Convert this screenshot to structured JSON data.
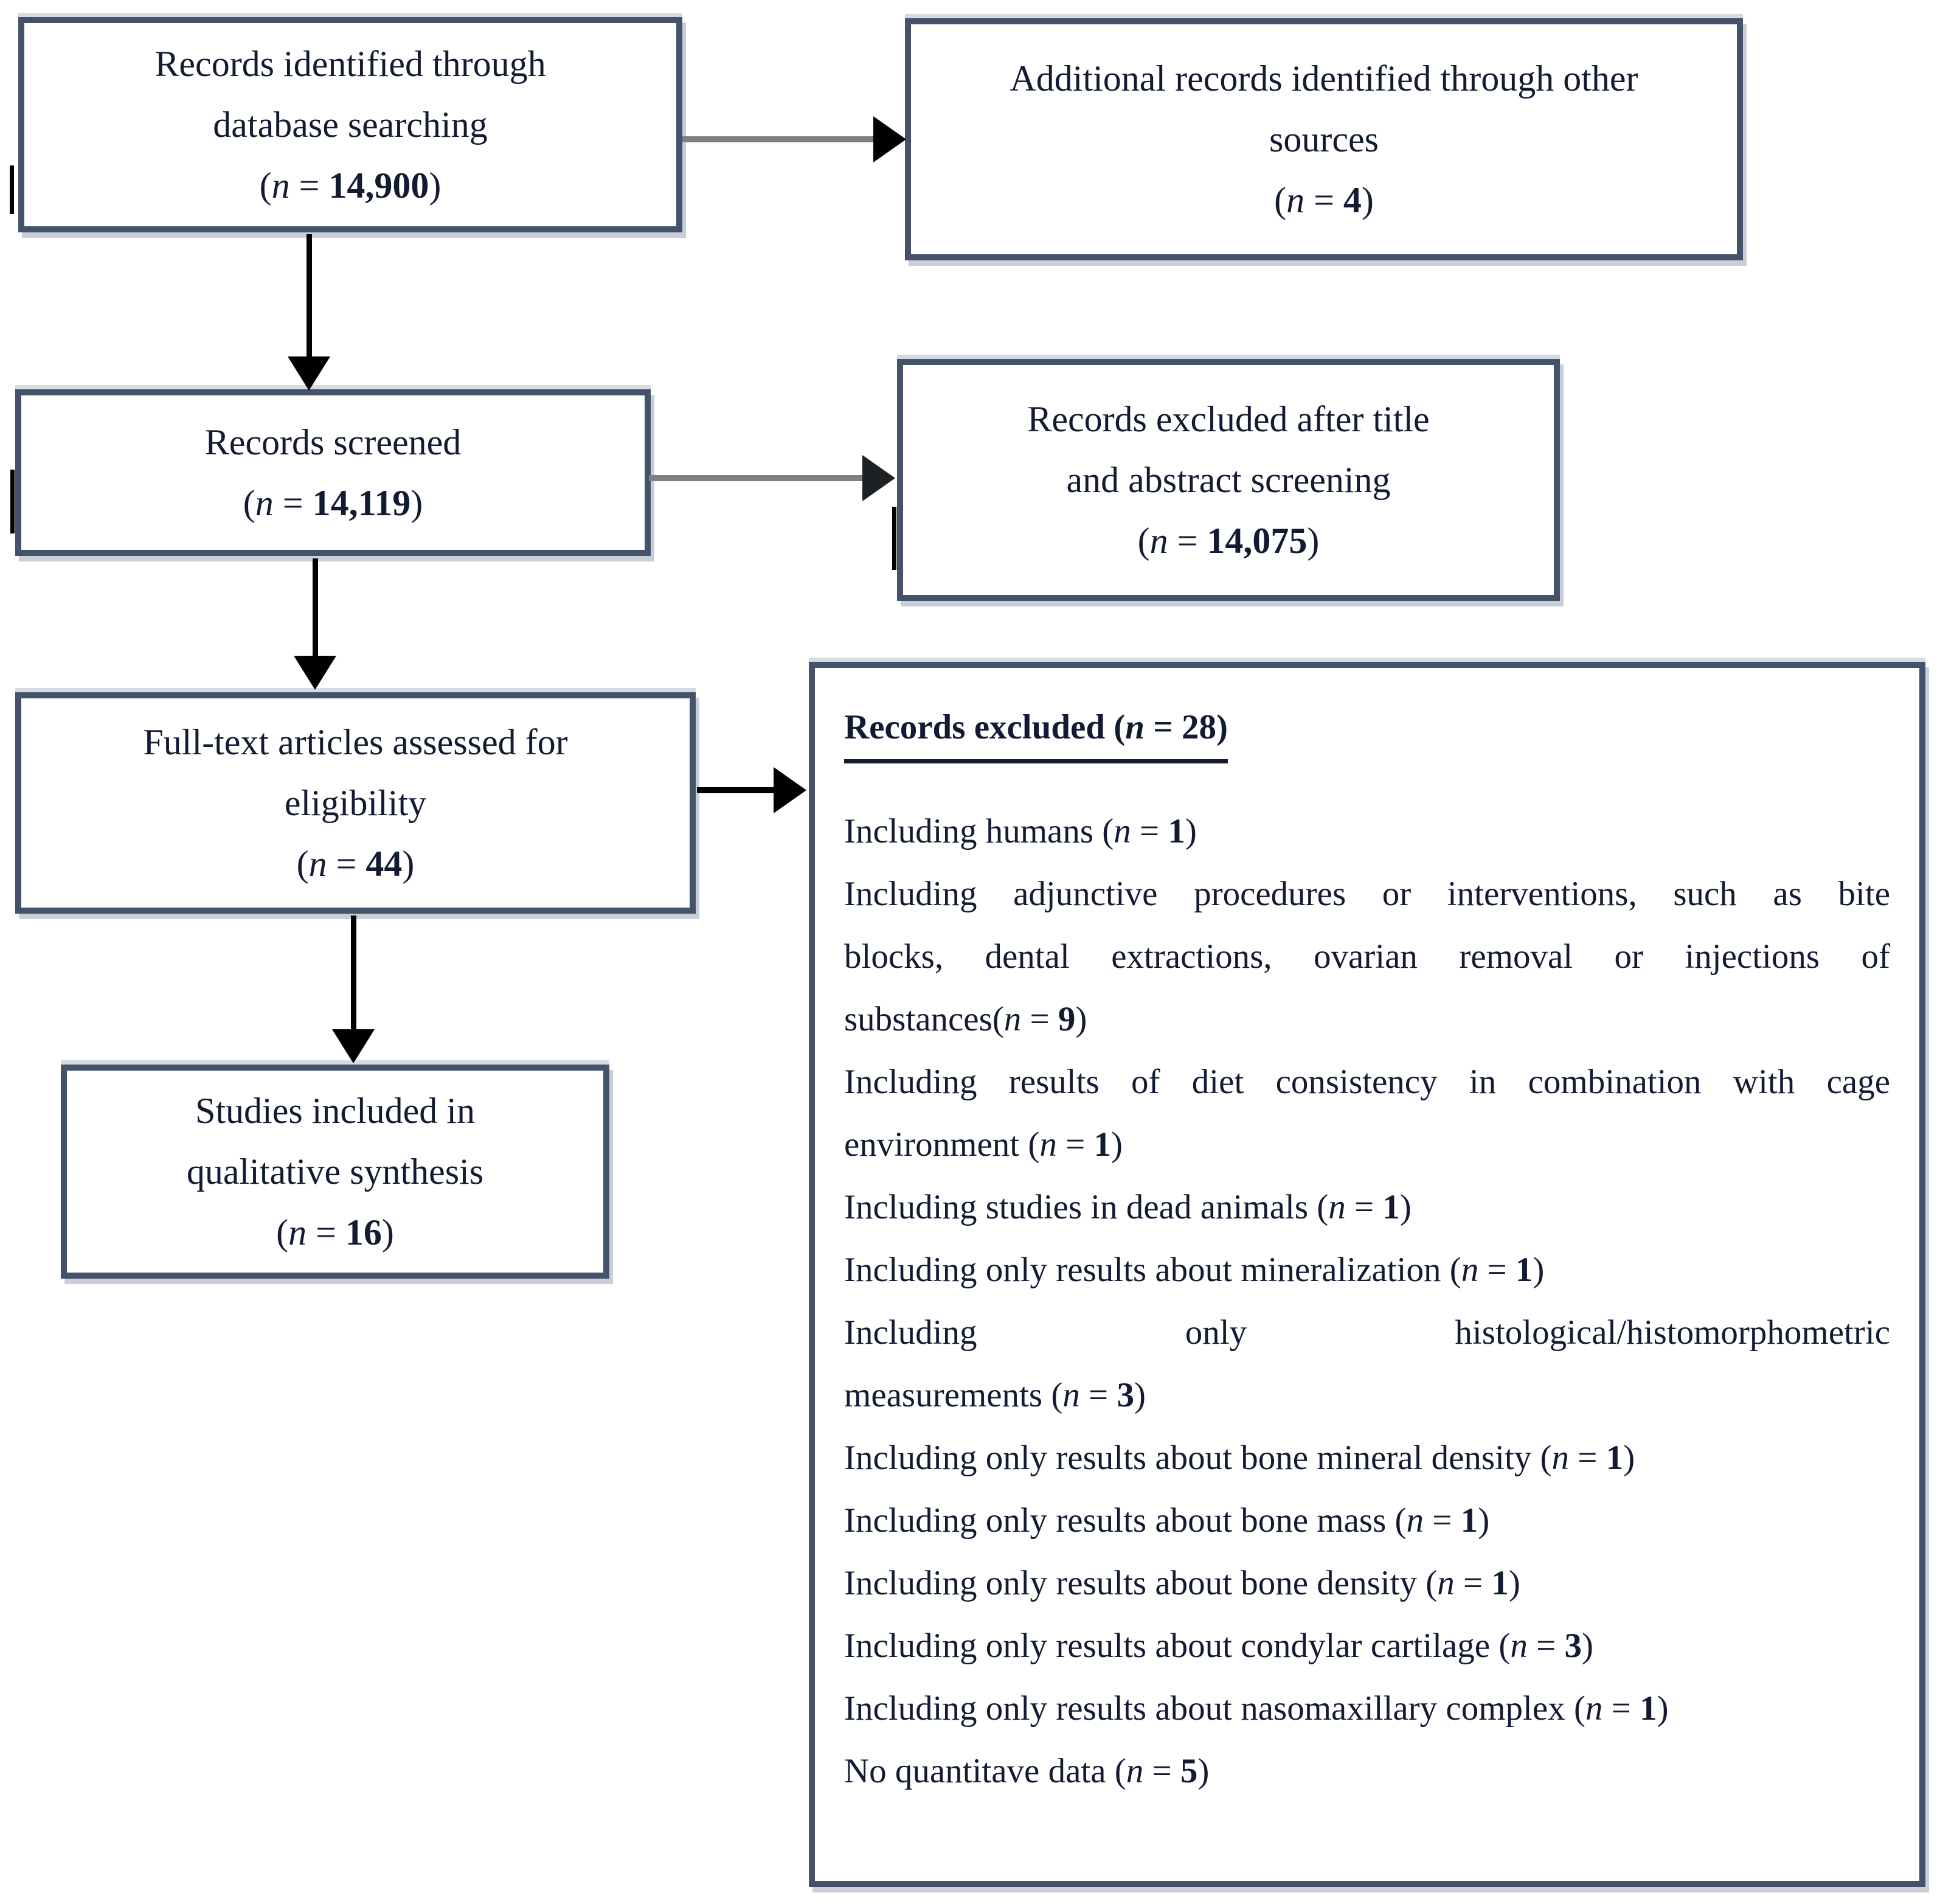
{
  "tokens": {
    "paren_open": "(",
    "n_symbol": "n",
    "equals": " = ",
    "paren_close": ")"
  },
  "boxes": {
    "identification": {
      "lines": [
        "Records identified through",
        "database searching"
      ],
      "n_value": "14,900"
    },
    "other_sources": {
      "lines": [
        "Additional records identified through other",
        "sources"
      ],
      "n_value": "4"
    },
    "screened": {
      "lines": [
        "Records screened"
      ],
      "n_value": "14,119"
    },
    "excluded_screening": {
      "lines": [
        "Records excluded after title",
        "and abstract screening"
      ],
      "n_value": "14,075"
    },
    "full_text": {
      "lines": [
        "Full-text articles assessed for",
        "eligibility"
      ],
      "n_value": "44"
    },
    "included": {
      "lines": [
        "Studies included in",
        "qualitative synthesis"
      ],
      "n_value": "16"
    }
  },
  "exclusion_panel": {
    "header_text": "Records excluded ",
    "header_n_value": "28",
    "items": [
      {
        "lines": [
          "Including humans"
        ],
        "n_value": "1"
      },
      {
        "lines": [
          "Including adjunctive procedures or interventions, such as bite",
          "blocks, dental extractions, ovarian removal or injections of",
          "substances"
        ],
        "n_value": "9",
        "space_before_n": false
      },
      {
        "lines": [
          "Including results of diet consistency in combination with cage",
          "environment"
        ],
        "n_value": "1"
      },
      {
        "lines": [
          "Including studies in dead animals"
        ],
        "n_value": "1"
      },
      {
        "lines": [
          "Including only results about mineralization"
        ],
        "n_value": "1"
      },
      {
        "lines": [
          "Including only histological/histomorphometric",
          "measurements"
        ],
        "n_value": "3"
      },
      {
        "lines": [
          "Including only results about bone mineral density"
        ],
        "n_value": "1"
      },
      {
        "lines": [
          "Including only results about bone mass"
        ],
        "n_value": "1"
      },
      {
        "lines": [
          "Including only results about bone density"
        ],
        "n_value": "1"
      },
      {
        "lines": [
          "Including only results about condylar cartilage"
        ],
        "n_value": "3"
      },
      {
        "lines": [
          "Including only results about nasomaxillary complex"
        ],
        "n_value": "1"
      },
      {
        "lines": [
          "No quantitave data"
        ],
        "n_value": "5"
      }
    ]
  },
  "colors": {
    "box_border": "#44526a",
    "box_shadow": "#c9ced8",
    "text": "#131b33",
    "arrow_gray": "#7d8184",
    "arrow_black": "#000000"
  }
}
